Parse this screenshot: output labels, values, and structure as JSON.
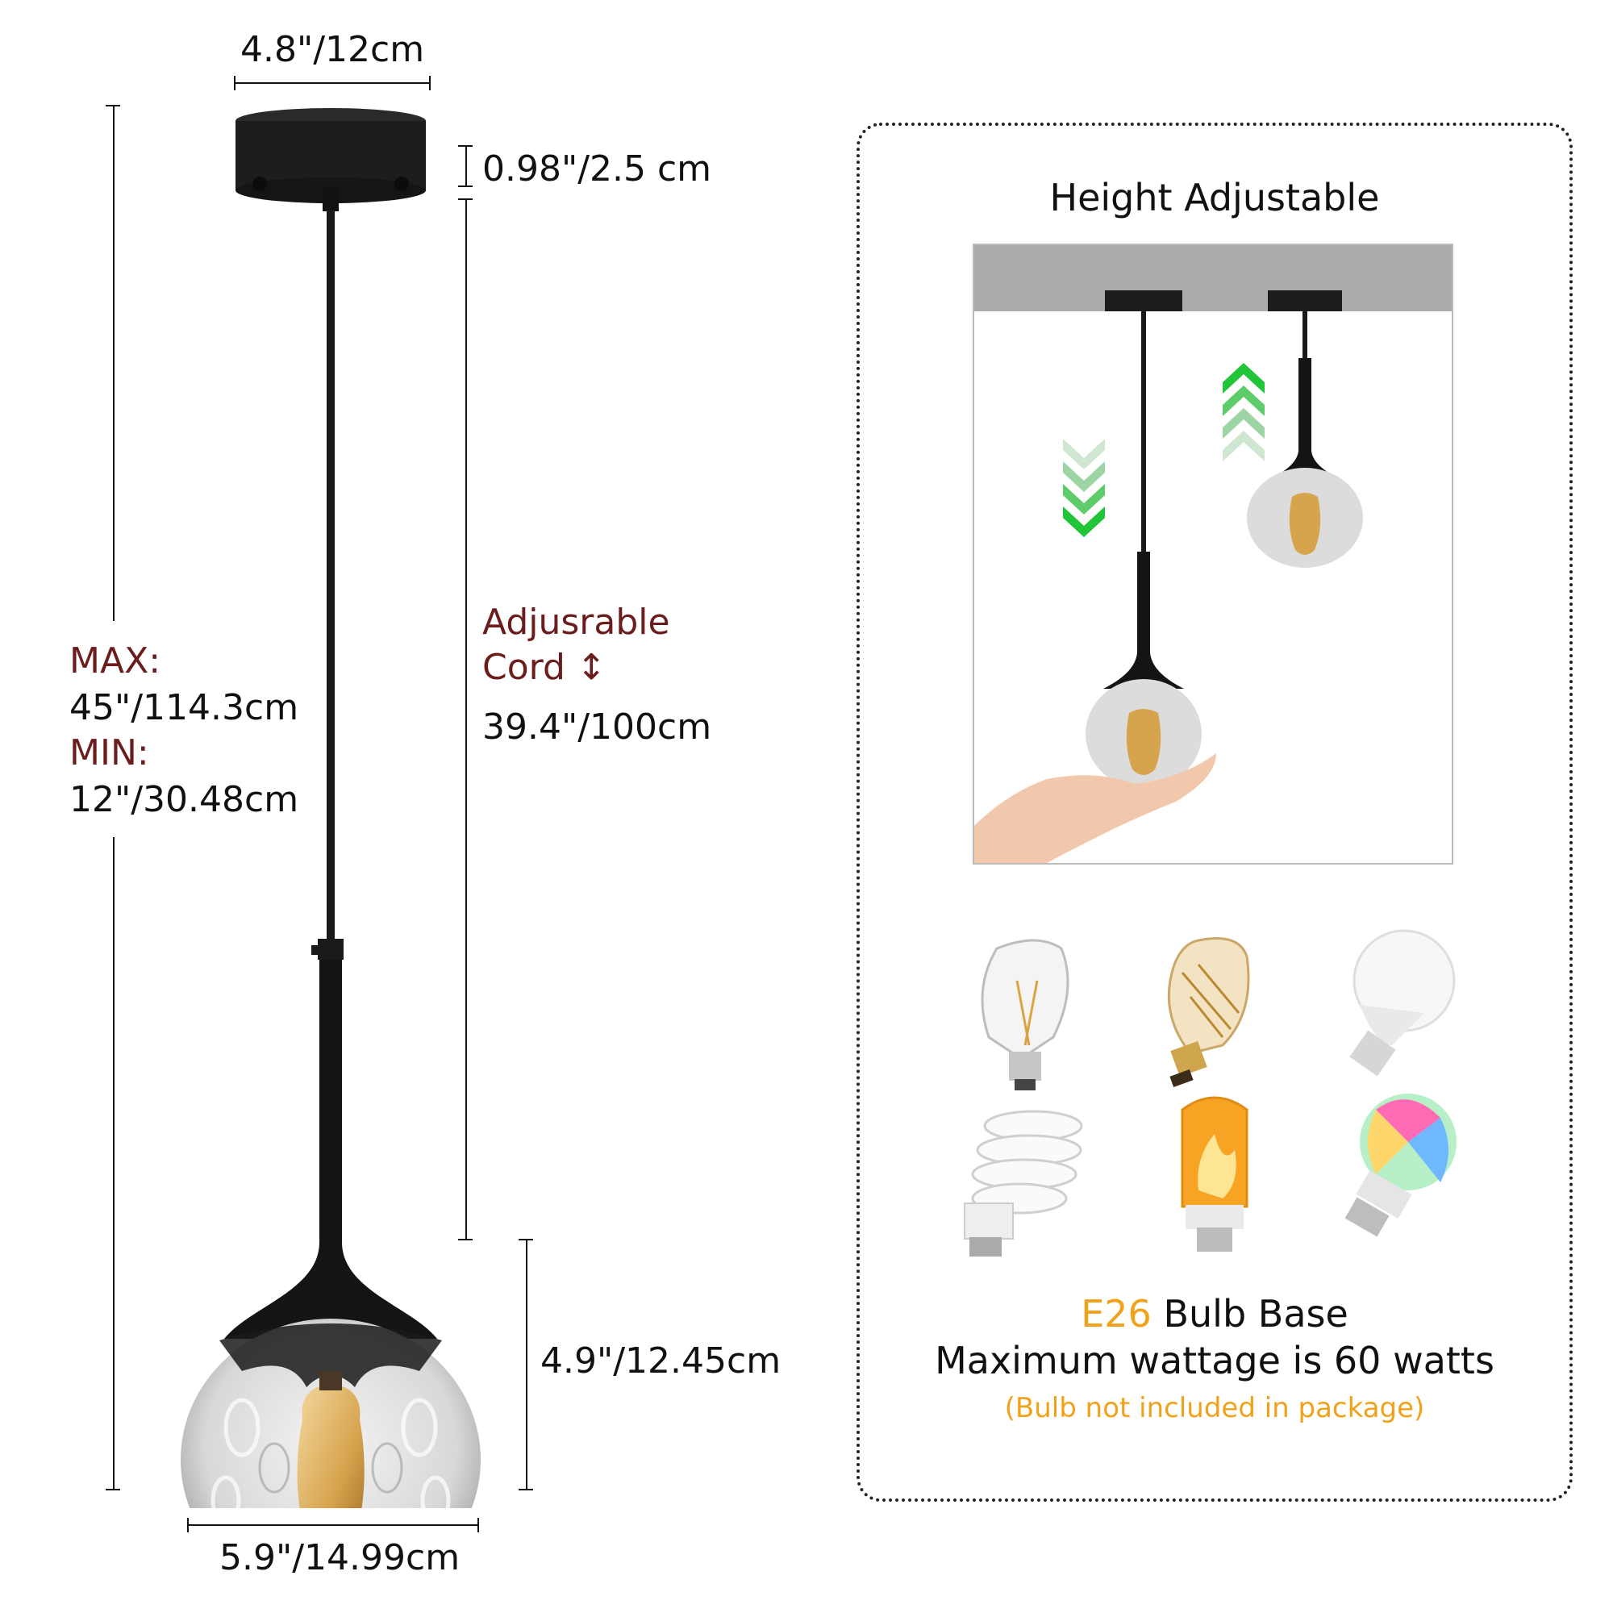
{
  "dimensions": {
    "canopy_width": "4.8\"/12cm",
    "canopy_height": "0.98\"/2.5 cm",
    "cord_label_line1": "Adjusrable",
    "cord_label_line2": "Cord",
    "cord_arrows": "↕",
    "cord_length": "39.4\"/100cm",
    "max_label": "MAX:",
    "max_value": "45\"/114.3cm",
    "min_label": "MIN:",
    "min_value": "12\"/30.48cm",
    "shade_height": "4.9\"/12.45cm",
    "shade_width": "5.9\"/14.99cm"
  },
  "panel": {
    "title": "Height Adjustable",
    "bulb_base_highlight": "E26",
    "bulb_base_rest": " Bulb Base",
    "wattage": "Maximum wattage is 60 watts",
    "note": "(Bulb not included in package)"
  },
  "colors": {
    "label_red": "#6b1d1d",
    "accent_orange": "#f0a21b",
    "arrow_green": "#22c43a",
    "fixture_black": "#1a1a1a"
  },
  "icons": [
    "down-arrows-icon",
    "up-arrows-icon",
    "hand-icon",
    "bulb-st64-icon",
    "bulb-edison-icon",
    "bulb-a19-icon",
    "bulb-cfl-icon",
    "bulb-flame-icon",
    "bulb-rgb-icon"
  ]
}
